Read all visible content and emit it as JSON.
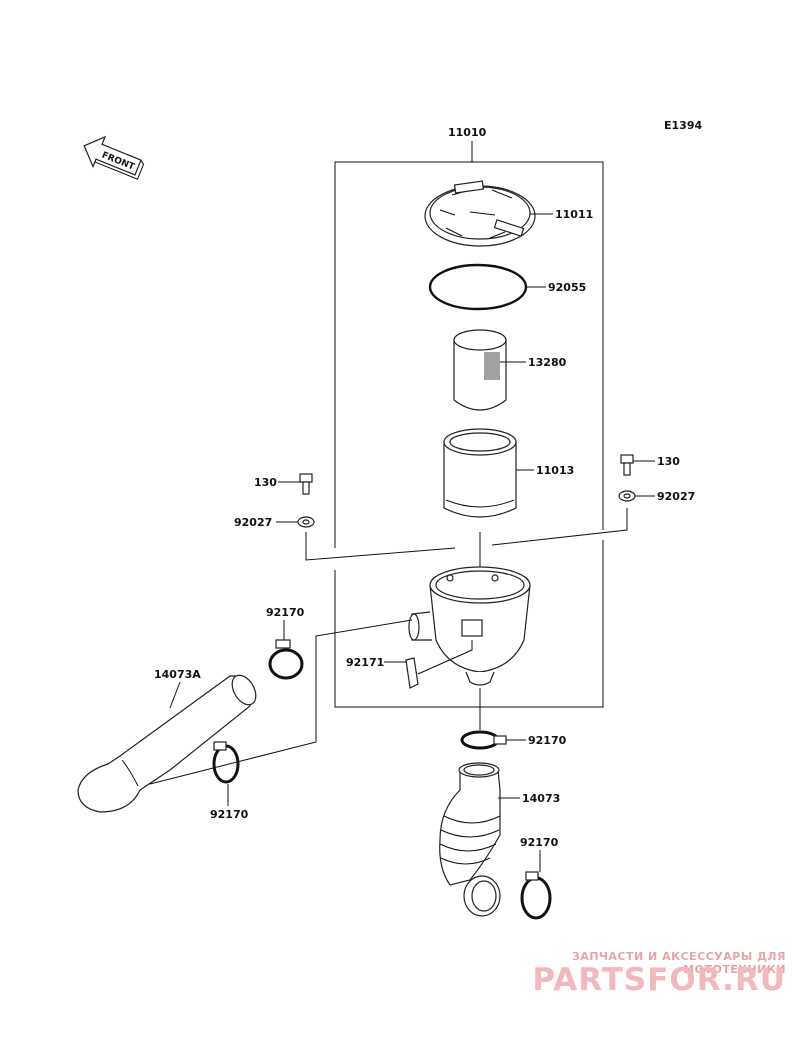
{
  "diagram_code": "E1394",
  "front_label": "FRONT",
  "labels": {
    "assembly_11010": "11010",
    "cover_11011": "11011",
    "oring_92055": "92055",
    "element_13280": "13280",
    "element_11013": "11013",
    "bolt_130_left": "130",
    "washer_92027_left": "92027",
    "bolt_130_right": "130",
    "washer_92027_right": "92027",
    "clamp_92170_upper_left": "92170",
    "duct_14073A": "14073A",
    "clip_92171": "92171",
    "clamp_92170_lower_left": "92170",
    "clamp_92170_center": "92170",
    "hose_14073": "14073",
    "clamp_92170_right": "92170"
  },
  "watermark": {
    "tagline": "ЗАПЧАСТИ И АКСЕССУАРЫ ДЛЯ МОТОТЕХНИКИ",
    "logo": "PARTSFOR.RU"
  },
  "colors": {
    "line": "#111111",
    "watermark": "#f2b8bd"
  }
}
